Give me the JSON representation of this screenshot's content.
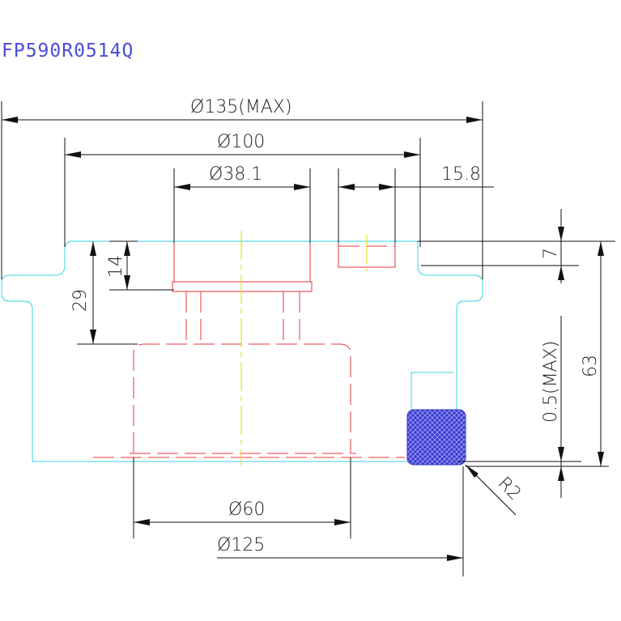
{
  "part_number": "FP590R0514Q",
  "dimensions": {
    "outer_dia": "Ø135(MAX)",
    "flange_dia": "Ø100",
    "bore_dia": "Ø38.1",
    "offset": "15.8",
    "depth_14": "14",
    "depth_29": "29",
    "height_7": "7",
    "gap": "0.5(MAX)",
    "height_63": "63",
    "inner_dia": "Ø60",
    "base_dia": "Ø125",
    "radius": "R2"
  },
  "colors": {
    "outline": "#36d3df",
    "hidden": "#e8343b",
    "centerline": "#e4e21a",
    "seal_fill": "#3a3ad0",
    "title": "#4b4bd8"
  }
}
